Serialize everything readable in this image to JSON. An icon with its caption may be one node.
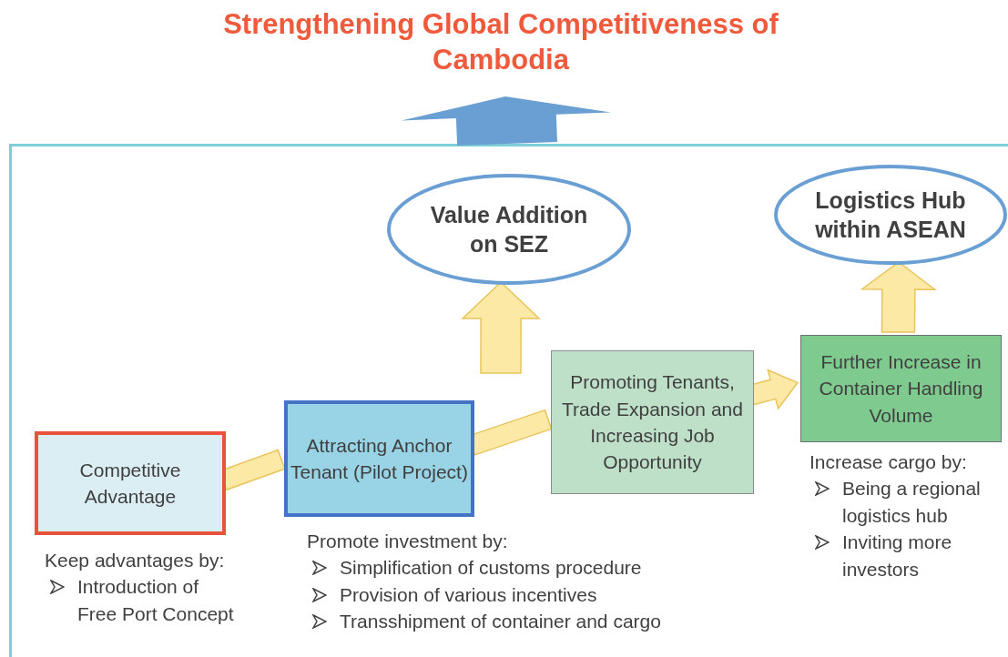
{
  "diagram": {
    "title": "Strengthening Global Competitiveness of Cambodia",
    "nodes": [
      {
        "text": [],
        "shape": "box"
      },
      {
        "text": [
          "Value Addition on SEZ"
        ],
        "in": 0
      },
      {
        "text": [
          "Logistics Hub within ASEAN"
        ],
        "in": 0
      },
      {
        "text": [
          "Competitive Advantage"
        ],
        "in": 0,
        "beside": [
          "Keep advantages by:",
          "Introduction of Free Port Concept"
        ]
      },
      {
        "text": [
          "Attracting Anchor Tenant (Pilot Project)"
        ],
        "in": 0,
        "beside": [
          "Promote investment by:",
          "Simplification of customs procedure",
          "Provision of various incentives",
          "Transshipment of container and cargo"
        ]
      },
      {
        "text": [
          "Promoting Tenants, Trade Expansion and Increasing Job Opportunity"
        ],
        "in": 0
      },
      {
        "text": [
          "Further Increase in Container Handling Volume"
        ],
        "in": 0,
        "beside": [
          "Increase cargo by:",
          "Being a regional logistics hub",
          "Inviting more investors"
        ]
      }
    ],
    "edges": [
      {
        "from": 0,
        "to": null,
        "arrow": "to",
        "style": "thick",
        "color": "#6a9fd4"
      },
      {
        "from": 3,
        "to": 4,
        "arrow": "none",
        "style": "thick"
      },
      {
        "from": 4,
        "to": 5,
        "arrow": "none",
        "style": "thick"
      },
      {
        "from": 5,
        "to": 6,
        "arrow": "to",
        "style": "thick"
      },
      {
        "from": null,
        "to": 1,
        "arrow": "to",
        "style": "thick"
      },
      {
        "from": 6,
        "to": 2,
        "arrow": "to",
        "style": "thick"
      }
    ]
  }
}
